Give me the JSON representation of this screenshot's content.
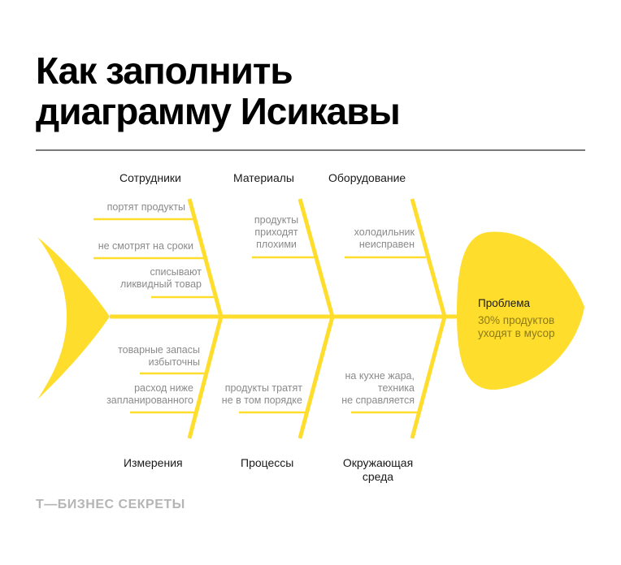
{
  "title": {
    "line1": "Как заполнить",
    "line2": "диаграмму Исикавы"
  },
  "categories_top": [
    "Сотрудники",
    "Материалы",
    "Оборудование"
  ],
  "categories_bottom": {
    "measurements": "Измерения",
    "processes": "Процессы",
    "environment_line1": "Окружающая",
    "environment_line2": "среда"
  },
  "causes": {
    "staff_1": "портят продукты",
    "staff_2": "не смотрят на сроки",
    "staff_3a": "списывают",
    "staff_3b": "ликвидный товар",
    "materials_1a": "продукты",
    "materials_1b": "приходят",
    "materials_1c": "плохими",
    "equipment_1a": "холодильник",
    "equipment_1b": "неисправен",
    "measure_1a": "товарные запасы",
    "measure_1b": "избыточны",
    "measure_2a": "расход ниже",
    "measure_2b": "запланированного",
    "process_1a": "продукты тратят",
    "process_1b": "не в том порядке",
    "env_1a": "на кухне жара,",
    "env_1b": "техника",
    "env_1c": "не справляется"
  },
  "problem": {
    "title": "Проблема",
    "line1": "30% продуктов",
    "line2": "уходят в мусор"
  },
  "brand": "Т—БИЗНЕС СЕКРЕТЫ",
  "colors": {
    "fish_yellow": "#FFDD2D",
    "text_gray": "#8a8a8a"
  }
}
